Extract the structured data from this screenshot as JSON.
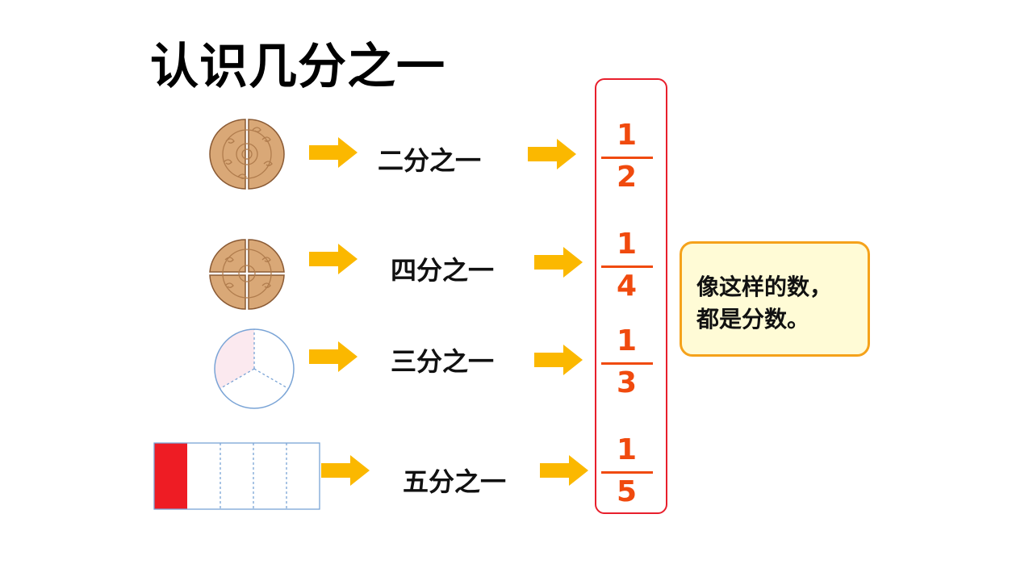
{
  "title": "认识几分之一",
  "rows": [
    {
      "label": "二分之一",
      "numerator": "1",
      "denominator": "2",
      "figure": "cookie-halves"
    },
    {
      "label": "四分之一",
      "numerator": "1",
      "denominator": "4",
      "figure": "cookie-quarters"
    },
    {
      "label": "三分之一",
      "numerator": "1",
      "denominator": "3",
      "figure": "circle-thirds"
    },
    {
      "label": "五分之一",
      "numerator": "1",
      "denominator": "5",
      "figure": "strip-fifths"
    }
  ],
  "callout": {
    "line1": "像这样的数，",
    "line2": "都是分数。"
  },
  "colors": {
    "arrow": "#fbb800",
    "fraction": "#f04a0e",
    "box_border": "#e81f2c",
    "callout_border": "#f5a21b",
    "callout_fill": "#fffbd6",
    "cookie": "#d9a877",
    "cookie_edge": "#8a5a34",
    "circle_shaded": "#fbe9ef",
    "circle_edge": "#7aa4d6",
    "strip_red": "#ee1c24"
  },
  "icons": {
    "arrow": "right-arrow-icon"
  }
}
